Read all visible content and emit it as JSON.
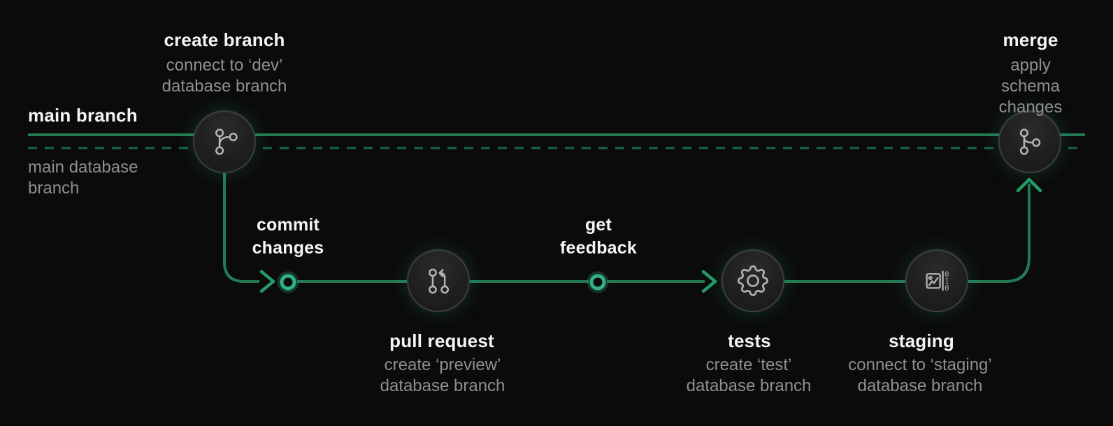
{
  "lanes": {
    "main_branch_label": "main branch",
    "main_database_branch_label": "main database\nbranch"
  },
  "steps": {
    "create_branch": {
      "title": "create branch",
      "subtitle": "connect to ‘dev’\ndatabase branch",
      "icon": "git-branch-icon"
    },
    "commit_changes": {
      "title": "commit\nchanges",
      "icon": "milestone-dot"
    },
    "pull_request": {
      "title": "pull request",
      "subtitle": "create ‘preview’\ndatabase branch",
      "icon": "git-pull-request-icon"
    },
    "get_feedback": {
      "title": "get\nfeedback",
      "icon": "milestone-dot"
    },
    "tests": {
      "title": "tests",
      "subtitle": "create ‘test’\ndatabase branch",
      "icon": "gear-icon"
    },
    "staging": {
      "title": "staging",
      "subtitle": "connect to ‘staging’\ndatabase branch",
      "icon": "schema-diff-icon"
    },
    "merge": {
      "title": "merge",
      "subtitle": "apply schema\nchanges",
      "icon": "git-merge-icon"
    }
  },
  "colors": {
    "background": "#0b0b0b",
    "branch_line": "#237a54",
    "database_line_dashed": "#1b6448",
    "accent_ring": "#35b285",
    "arrow": "#259b67",
    "node_fill": "#1f1f1f",
    "node_border": "#3d3d3d",
    "icon_stroke": "#b3b3b3",
    "title_text": "#f5f5f5",
    "subtitle_text": "#8f8f8f"
  }
}
